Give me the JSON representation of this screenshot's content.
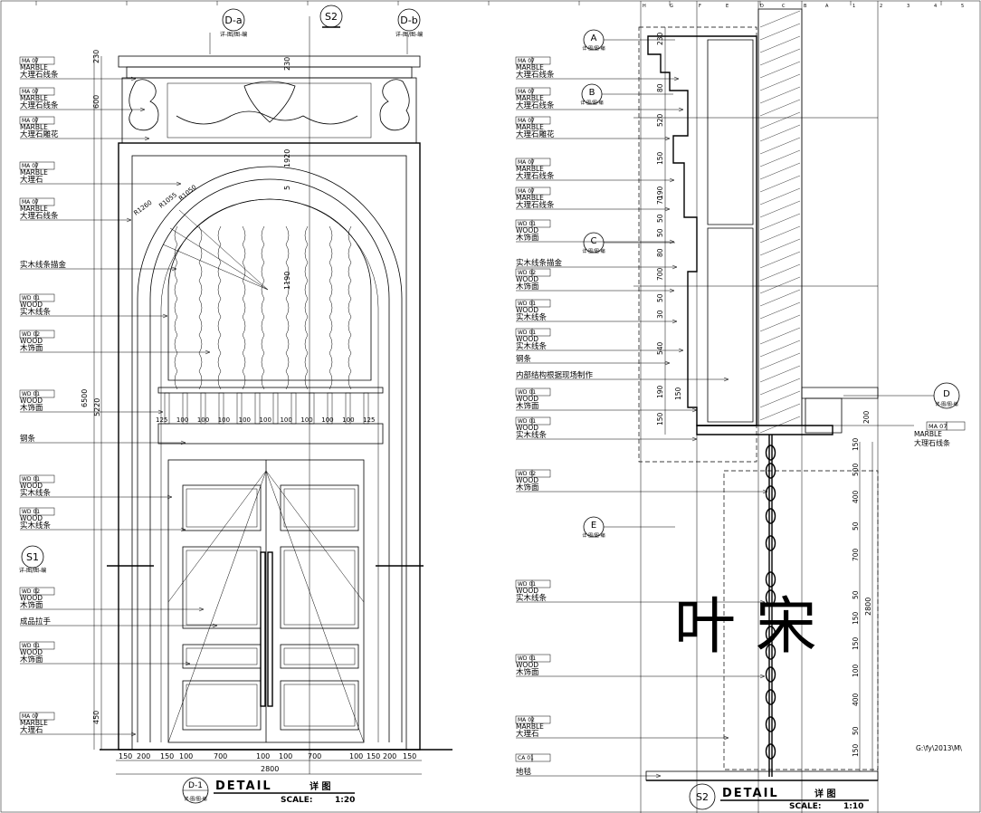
{
  "left_elevation": {
    "top_callouts": [
      {
        "id": "D-a",
        "sheet": "详-图/图-编"
      },
      {
        "id": "S2",
        "sheet": ""
      },
      {
        "id": "D-b",
        "sheet": "详-图/图-编"
      }
    ],
    "labels": [
      {
        "code": "MA 07",
        "material": "MARBLE",
        "cn": "大理石线条"
      },
      {
        "code": "MA 07",
        "material": "MARBLE",
        "cn": "大理石线条"
      },
      {
        "code": "MA 07",
        "material": "MARBLE",
        "cn": "大理石雕花"
      },
      {
        "code": "MA 07",
        "material": "MARBLE",
        "cn": "大理石"
      },
      {
        "code": "MA 07",
        "material": "MARBLE",
        "cn": "大理石线条"
      },
      {
        "code": "",
        "material": "",
        "cn": "实木线条描金"
      },
      {
        "code": "WD 01",
        "material": "WOOD",
        "cn": "实木线条"
      },
      {
        "code": "WD 02",
        "material": "WOOD",
        "cn": "木饰面"
      },
      {
        "code": "WD 01",
        "material": "WOOD",
        "cn": "木饰面"
      },
      {
        "code": "",
        "material": "",
        "cn": "钢条"
      },
      {
        "code": "WD 01",
        "material": "WOOD",
        "cn": "实木线条"
      },
      {
        "code": "WD 01",
        "material": "WOOD",
        "cn": "实木线条"
      },
      {
        "code": "WD 02",
        "material": "WOOD",
        "cn": "木饰面"
      },
      {
        "code": "",
        "material": "",
        "cn": "成品拉手"
      },
      {
        "code": "WD 01",
        "material": "WOOD",
        "cn": "木饰面"
      },
      {
        "code": "MA 07",
        "material": "MARBLE",
        "cn": "大理石"
      }
    ],
    "section_marker": {
      "id": "S1",
      "sheet": "详-图/图-编"
    },
    "left_dims": [
      "230",
      "600",
      "6500",
      "5220",
      "450"
    ],
    "top_dims": [
      "230",
      "1920",
      "1190",
      "5"
    ],
    "arc_dims": [
      "R1260",
      "R1055",
      "R1050"
    ],
    "rail_dims": [
      "125",
      "100",
      "100",
      "100",
      "100",
      "100",
      "100",
      "100",
      "100",
      "100",
      "125"
    ],
    "bottom_dims": [
      "150",
      "200",
      "150",
      "100",
      "700",
      "100",
      "100",
      "700",
      "100",
      "150",
      "200",
      "150"
    ],
    "total_width": "2800",
    "title": {
      "id": "D-1",
      "sheet": "详-图/图-编",
      "en": "DETAIL",
      "cn": "详 图",
      "scale_label": "SCALE:",
      "scale_value": "1:20"
    }
  },
  "right_section": {
    "callouts": [
      {
        "id": "A",
        "sheet": "详-图/图-编"
      },
      {
        "id": "B",
        "sheet": "详-图/图-编"
      },
      {
        "id": "C",
        "sheet": "详-图/图-编"
      },
      {
        "id": "D",
        "sheet": "详-图/图-编"
      },
      {
        "id": "E",
        "sheet": "详-图/图-编"
      }
    ],
    "labels": [
      {
        "code": "MA 07",
        "material": "MARBLE",
        "cn": "大理石线条"
      },
      {
        "code": "MA 07",
        "material": "MARBLE",
        "cn": "大理石线条"
      },
      {
        "code": "MA 07",
        "material": "MARBLE",
        "cn": "大理石雕花"
      },
      {
        "code": "MA 07",
        "material": "MARBLE",
        "cn": "大理石线条"
      },
      {
        "code": "MA 07",
        "material": "MARBLE",
        "cn": "大理石线条"
      },
      {
        "code": "WD 01",
        "material": "WOOD",
        "cn": "木饰面"
      },
      {
        "code": "",
        "material": "",
        "cn": "实木线条描金"
      },
      {
        "code": "WD 02",
        "material": "WOOD",
        "cn": "木饰面"
      },
      {
        "code": "WD 01",
        "material": "WOOD",
        "cn": "实木线条"
      },
      {
        "code": "WD 01",
        "material": "WOOD",
        "cn": "实木线条"
      },
      {
        "code": "",
        "material": "",
        "cn": "钢条"
      },
      {
        "code": "",
        "material": "",
        "cn": "内部结构根据现场制作"
      },
      {
        "code": "WD 01",
        "material": "WOOD",
        "cn": "木饰面"
      },
      {
        "code": "WD 01",
        "material": "WOOD",
        "cn": "实木线条"
      },
      {
        "code": "WD 02",
        "material": "WOOD",
        "cn": "木饰面"
      },
      {
        "code": "WD 01",
        "material": "WOOD",
        "cn": "实木线条"
      },
      {
        "code": "WD 01",
        "material": "WOOD",
        "cn": "木饰面"
      },
      {
        "code": "MA 02",
        "material": "MARBLE",
        "cn": "大理石"
      },
      {
        "code": "CA 01",
        "material": "",
        "cn": "地毯"
      }
    ],
    "right_label": {
      "code": "MA 07",
      "material": "MARBLE",
      "cn": "大理石线条"
    },
    "vertical_dims": [
      "230",
      "80",
      "520",
      "150",
      "190",
      "70",
      "50",
      "50",
      "80",
      "700",
      "50",
      "30",
      "540",
      "190",
      "150"
    ],
    "door_dims": [
      "150",
      "500",
      "400",
      "50",
      "700",
      "50",
      "150",
      "150",
      "100",
      "400",
      "50",
      "150"
    ],
    "door_total": "2800",
    "small_dims": [
      "200",
      "150"
    ],
    "watermark": "叶 宋",
    "file_path": "G:\\fy\\2013\\M\\",
    "title": {
      "id": "S2",
      "en": "DETAIL",
      "cn": "详 图",
      "scale_label": "SCALE:",
      "scale_value": "1:10"
    }
  },
  "grid_labels": [
    "H",
    "G",
    "F",
    "E",
    "D",
    "C",
    "B",
    "A",
    "1",
    "2",
    "3",
    "4",
    "5"
  ]
}
